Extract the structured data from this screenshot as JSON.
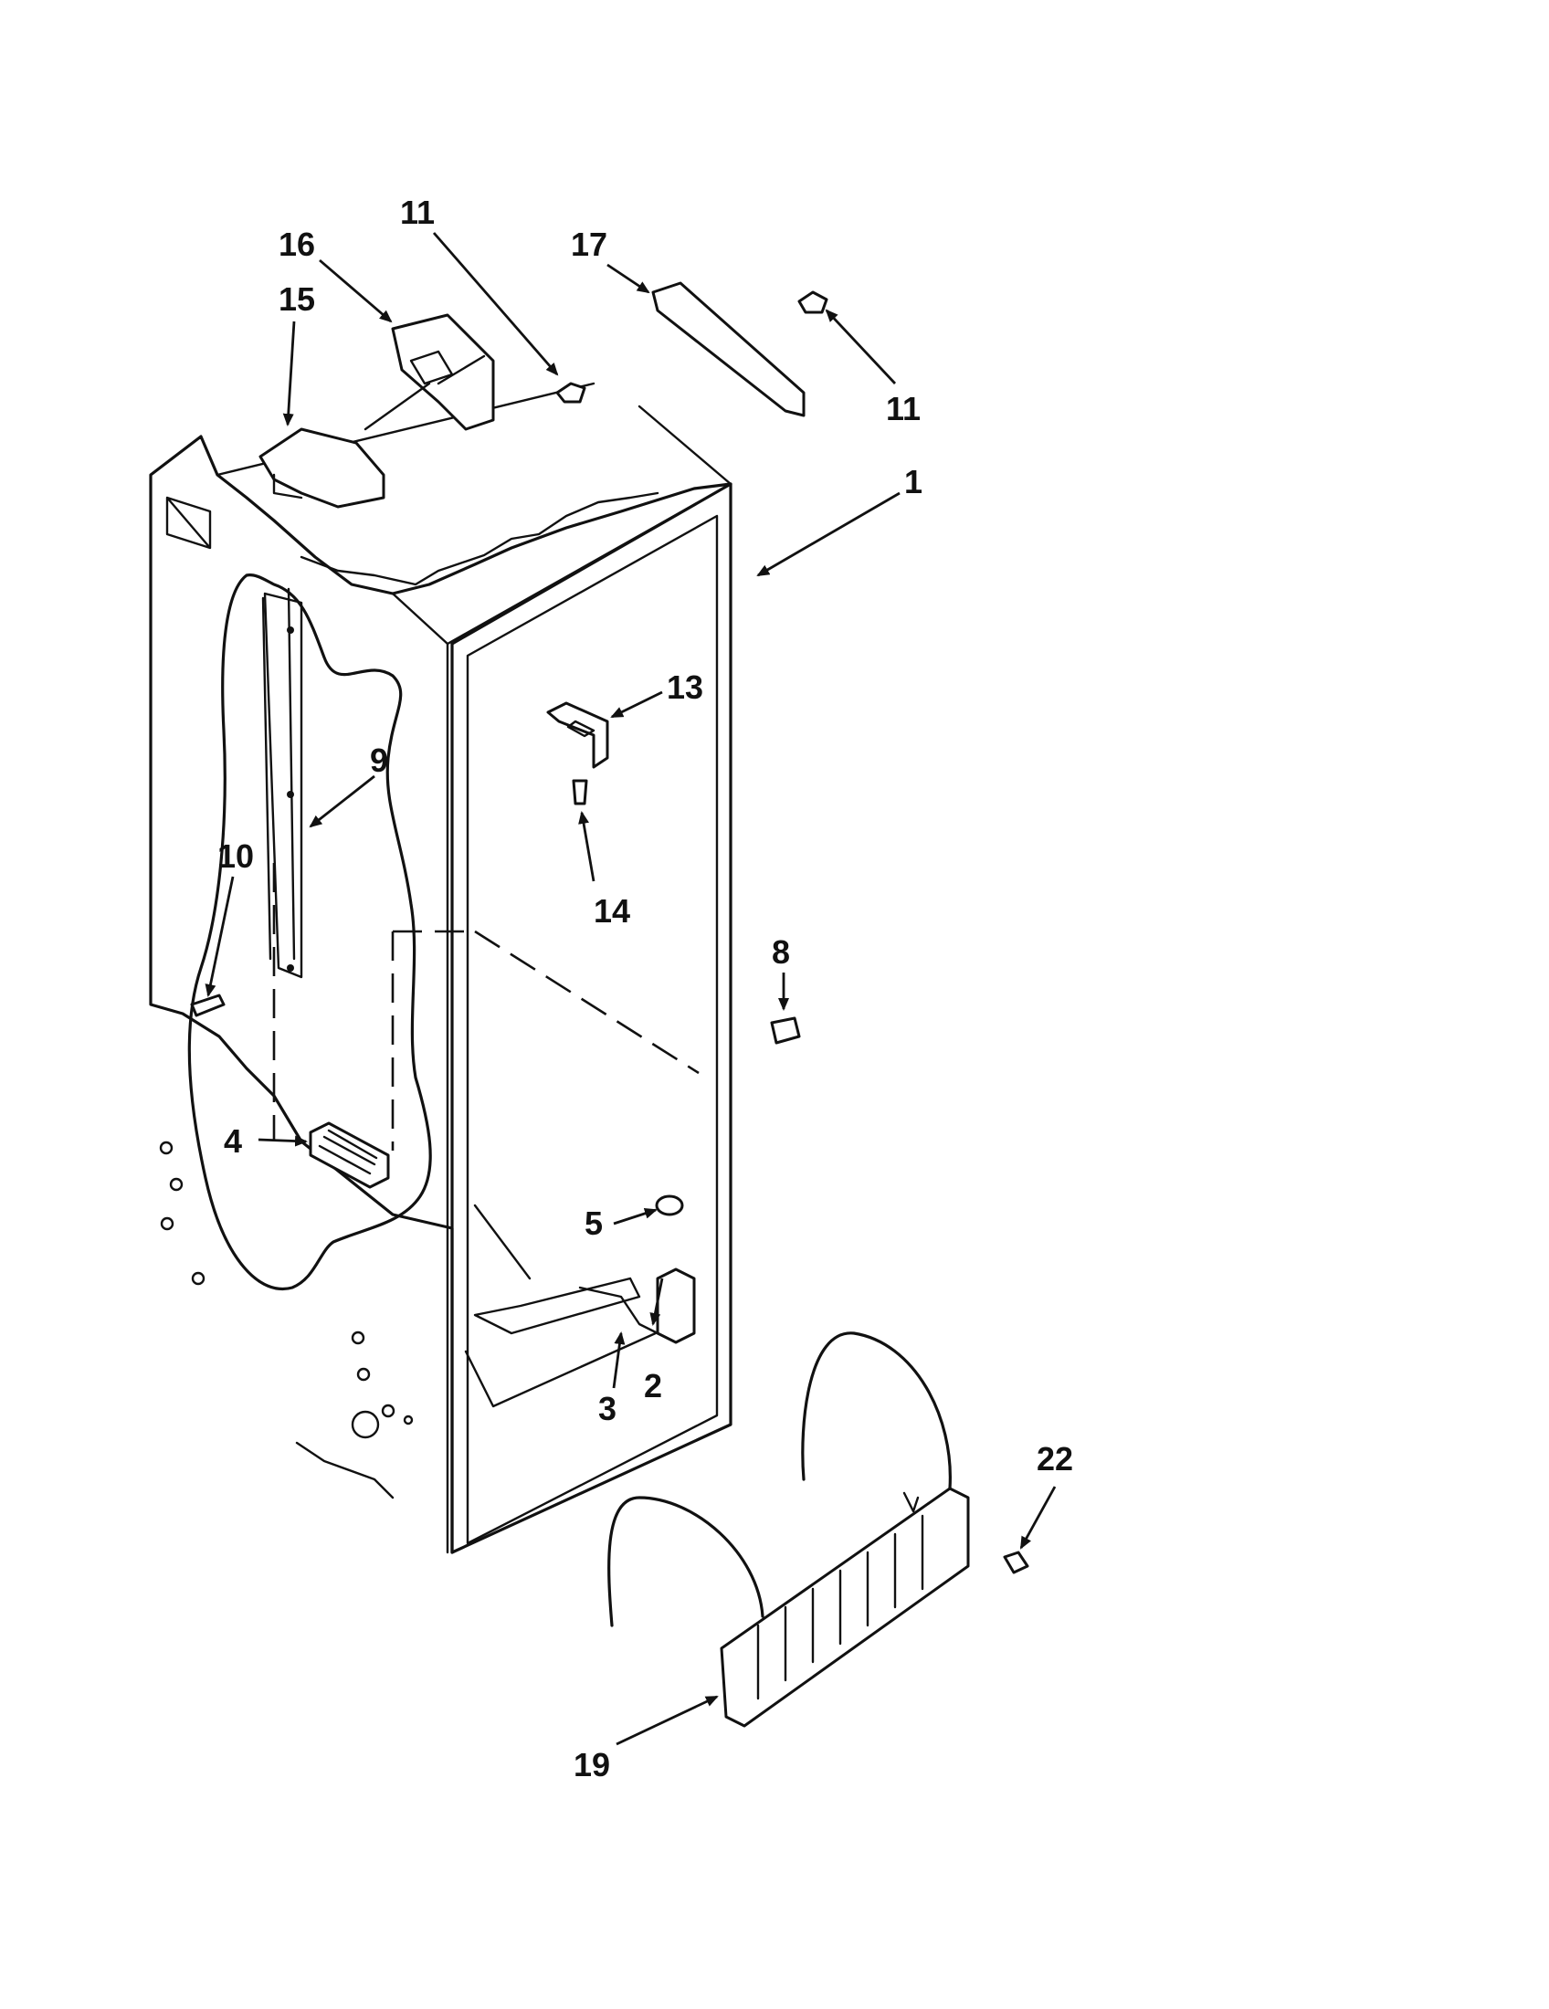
{
  "diagram": {
    "callouts": [
      {
        "key": "c1",
        "label": "1"
      },
      {
        "key": "c2",
        "label": "2"
      },
      {
        "key": "c3",
        "label": "3"
      },
      {
        "key": "c4",
        "label": "4"
      },
      {
        "key": "c5",
        "label": "5"
      },
      {
        "key": "c8",
        "label": "8"
      },
      {
        "key": "c9",
        "label": "9"
      },
      {
        "key": "c10",
        "label": "10"
      },
      {
        "key": "c11a",
        "label": "11"
      },
      {
        "key": "c11b",
        "label": "11"
      },
      {
        "key": "c13",
        "label": "13"
      },
      {
        "key": "c14",
        "label": "14"
      },
      {
        "key": "c15",
        "label": "15"
      },
      {
        "key": "c16",
        "label": "16"
      },
      {
        "key": "c17",
        "label": "17"
      },
      {
        "key": "c19",
        "label": "19"
      },
      {
        "key": "c22",
        "label": "22"
      }
    ]
  }
}
